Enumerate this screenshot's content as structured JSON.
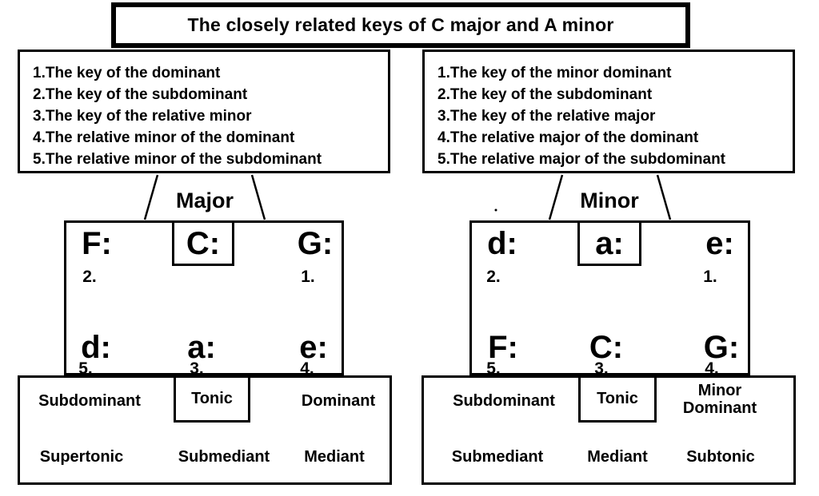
{
  "title": "The closely related keys of C major and A minor",
  "colors": {
    "ink": "#000000",
    "background": "#ffffff"
  },
  "panels": [
    {
      "heading": "Major",
      "rules": [
        "1.The key of the dominant",
        "2.The key of the subdominant",
        "3.The key of the relative minor",
        "4.The relative minor of the dominant",
        "5.The relative minor of the subdominant"
      ],
      "keys": {
        "center": "C:",
        "left": "F:",
        "left_num": "2.",
        "right": "G:",
        "right_num": "1.",
        "bottom_left": "d:",
        "bottom_left_num": "5.",
        "bottom_center": "a:",
        "bottom_center_num": "3.",
        "bottom_right": "e:",
        "bottom_right_num": "4."
      },
      "functions": {
        "top_left": "Subdominant",
        "tonic": "Tonic",
        "top_right": "Dominant",
        "bottom_left": "Supertonic",
        "bottom_center": "Submediant",
        "bottom_right": "Mediant"
      }
    },
    {
      "heading": "Minor",
      "rules": [
        "1.The key of the minor dominant",
        "2.The key of the subdominant",
        "3.The key of the relative major",
        "4.The relative major of the dominant",
        "5.The relative major of the subdominant"
      ],
      "keys": {
        "center": "a:",
        "left": "d:",
        "left_num": "2.",
        "right": "e:",
        "right_num": "1.",
        "bottom_left": "F:",
        "bottom_left_num": "5.",
        "bottom_center": "C:",
        "bottom_center_num": "3.",
        "bottom_right": "G:",
        "bottom_right_num": "4."
      },
      "functions": {
        "top_left": "Subdominant",
        "tonic": "Tonic",
        "top_right": "Minor Dominant",
        "bottom_left": "Submediant",
        "bottom_center": "Mediant",
        "bottom_right": "Subtonic"
      }
    }
  ]
}
